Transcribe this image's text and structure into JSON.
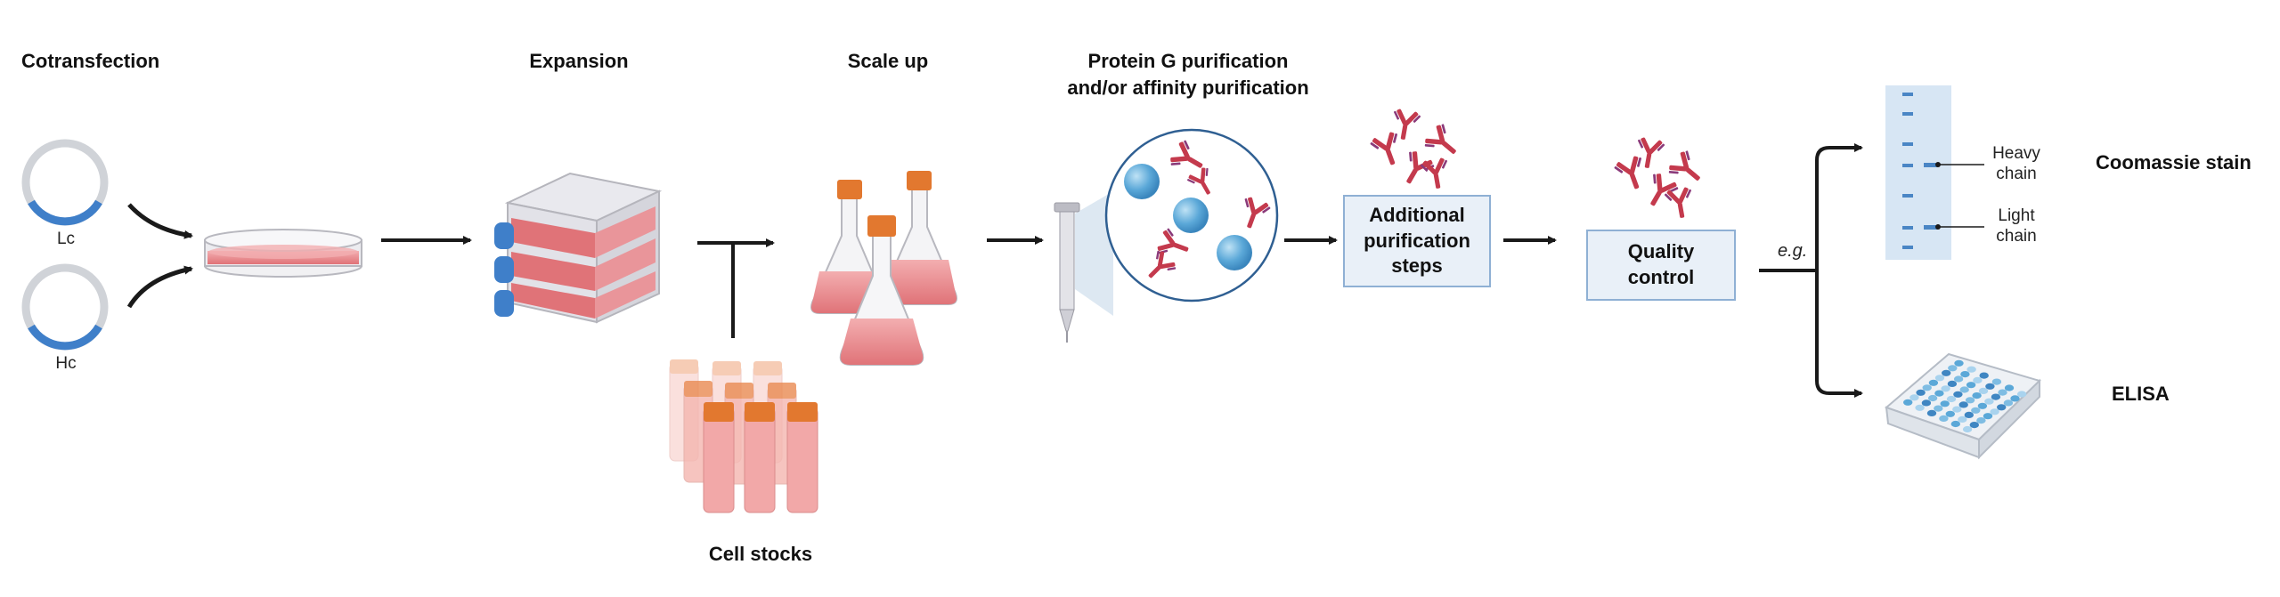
{
  "steps": {
    "cotransfection": "Cotransfection",
    "expansion": "Expansion",
    "scale_up": "Scale up",
    "purification_line1": "Protein G purification",
    "purification_line2": "and/or affinity purification",
    "cell_stocks": "Cell stocks",
    "additional_line1": "Additional",
    "additional_line2": "purification",
    "additional_line3": "steps",
    "quality_line1": "Quality",
    "quality_line2": "control",
    "coomassie": "Coomassie stain",
    "elisa": "ELISA"
  },
  "plasmids": {
    "light": "Lc",
    "heavy": "Hc"
  },
  "gel_labels": {
    "heavy_line1": "Heavy",
    "heavy_line2": "chain",
    "light_line1": "Light",
    "light_line2": "chain"
  },
  "branch_note": "e.g.",
  "colors": {
    "arrow": "#1a1a1a",
    "plasmid_ring": "#d0d3d8",
    "plasmid_insert": "#3f7fc9",
    "media_pink": "#e8868a",
    "flask_cap_blue": "#3f7fc9",
    "cap_orange": "#e2782f",
    "bead_blue": "#5ba8d8",
    "box_fill": "#e9f0f8",
    "box_border": "#8fb0d4",
    "gel_fill": "#d7e6f4",
    "gel_band": "#4a86c5",
    "antibody_red": "#c43a4d",
    "antibody_purple": "#8a3a7a"
  },
  "icons": [
    "plasmid-lc-icon",
    "plasmid-hc-icon",
    "petri-dish-icon",
    "cell-factory-flask-icon",
    "shake-flasks-icon",
    "cryovials-icon",
    "purification-column-icon",
    "magnified-beads-icon",
    "antibodies-icon",
    "gel-icon",
    "elisa-plate-icon"
  ]
}
